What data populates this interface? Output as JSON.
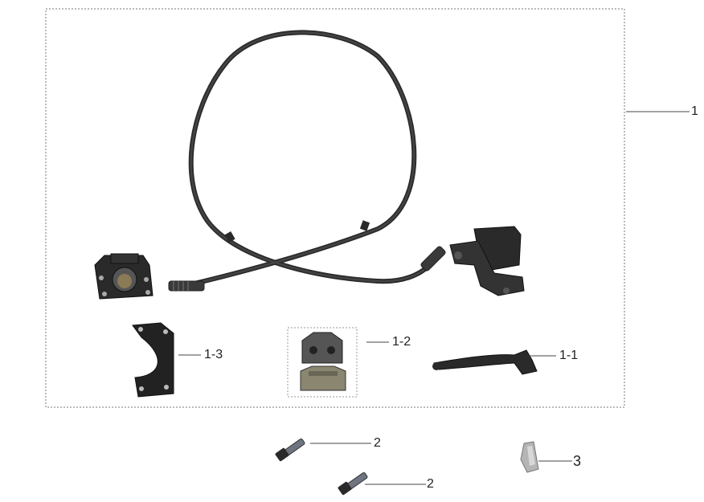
{
  "labels": {
    "kit": "1",
    "lever": "1-1",
    "pads": "1-2",
    "bracket": "1-3",
    "bolt_a": "2",
    "bolt_b": "2",
    "clip": "3"
  },
  "parts": [
    {
      "id": "1",
      "icon": "brake-kit-assembly"
    },
    {
      "id": "1-1",
      "icon": "brake-lever-icon"
    },
    {
      "id": "1-2",
      "icon": "brake-pads-icon"
    },
    {
      "id": "1-3",
      "icon": "caliper-bracket-icon"
    },
    {
      "id": "2",
      "icon": "bolt-icon"
    },
    {
      "id": "3",
      "icon": "clip-nut-icon"
    }
  ],
  "colors": {
    "part_dark": "#2a2a2a",
    "border_dotted": "#666666",
    "pad_friction": "#8a8670",
    "clip_gray": "#b5b5b5"
  }
}
